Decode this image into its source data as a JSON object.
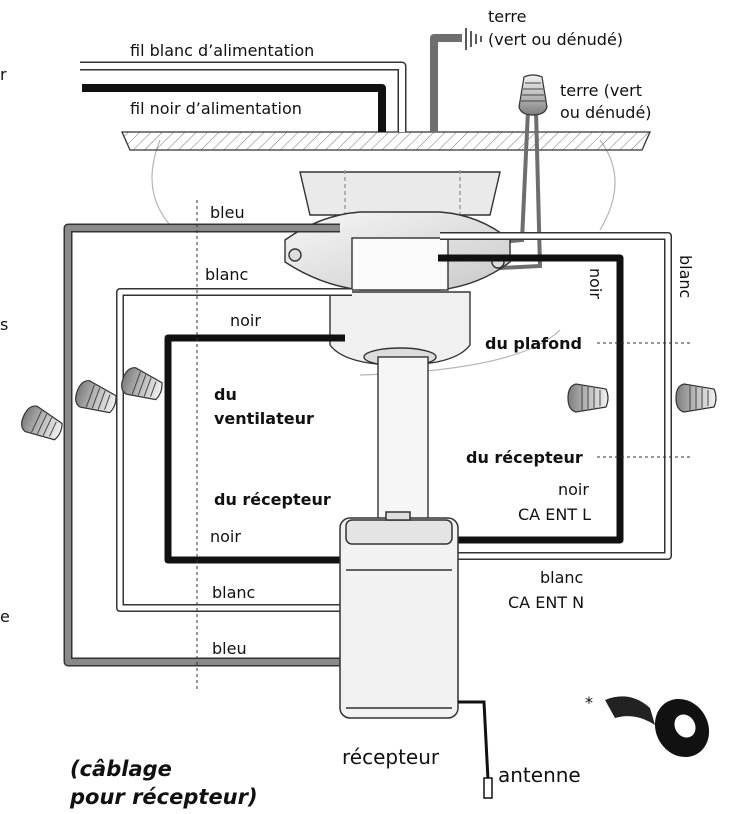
{
  "labels": {
    "supply_white": "fil blanc d’alimentation",
    "supply_black": "fil noir d’alimentation",
    "ground_top_1": "terre",
    "ground_top_2": "(vert ou dénudé)",
    "ground_nut_1": "terre (vert",
    "ground_nut_2": "ou dénudé)",
    "left_blue_top": "bleu",
    "left_white_top": "blanc",
    "left_black_top": "noir",
    "from_fan_1": "du",
    "from_fan_2": "ventilateur",
    "right_black_vertical": "noir",
    "right_white_vertical": "blanc",
    "from_ceiling": "du plafond",
    "from_receiver_right": "du récepteur",
    "right_noir": "noir",
    "right_ca_l": "CA ENT L",
    "from_receiver_left": "du récepteur",
    "left_noir_bottom": "noir",
    "bottom_blanc": "blanc",
    "bottom_ca_n": "CA ENT N",
    "left_blanc_bottom": "blanc",
    "left_bleu_bottom": "bleu",
    "receiver": "récepteur",
    "antenna": "antenne",
    "asterisk": "*",
    "caption_1": "(câblage",
    "caption_2": "pour récepteur)",
    "edge_1": "r",
    "edge_2": "s",
    "edge_3": "e"
  },
  "icons": {
    "wire_nut": "wire-nut-icon",
    "ground_symbol": "ground-icon",
    "electrical_tape": "electrical-tape-icon"
  },
  "colors": {
    "black_wire": "#111111",
    "white_wire": "#ffffff",
    "blue_wire": "#8a8a8a",
    "ground_wire": "#6e6e6e",
    "outline": "#333333"
  }
}
